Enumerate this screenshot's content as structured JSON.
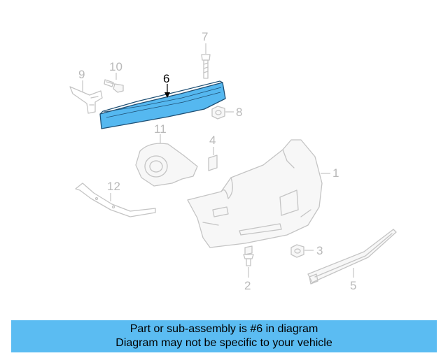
{
  "colors": {
    "highlight": "#55b8f0",
    "banner": "#5bbcf2",
    "part_stroke": "#c4c4c4",
    "label_inactive": "#b9b9b9"
  },
  "callouts": [
    "1",
    "2",
    "3",
    "4",
    "5",
    "6",
    "7",
    "8",
    "9",
    "10",
    "11",
    "12"
  ],
  "highlighted_callout": "6",
  "banner": {
    "line1": "Part or sub-assembly is #6 in diagram",
    "line2": "Diagram may not be specific to your vehicle"
  }
}
